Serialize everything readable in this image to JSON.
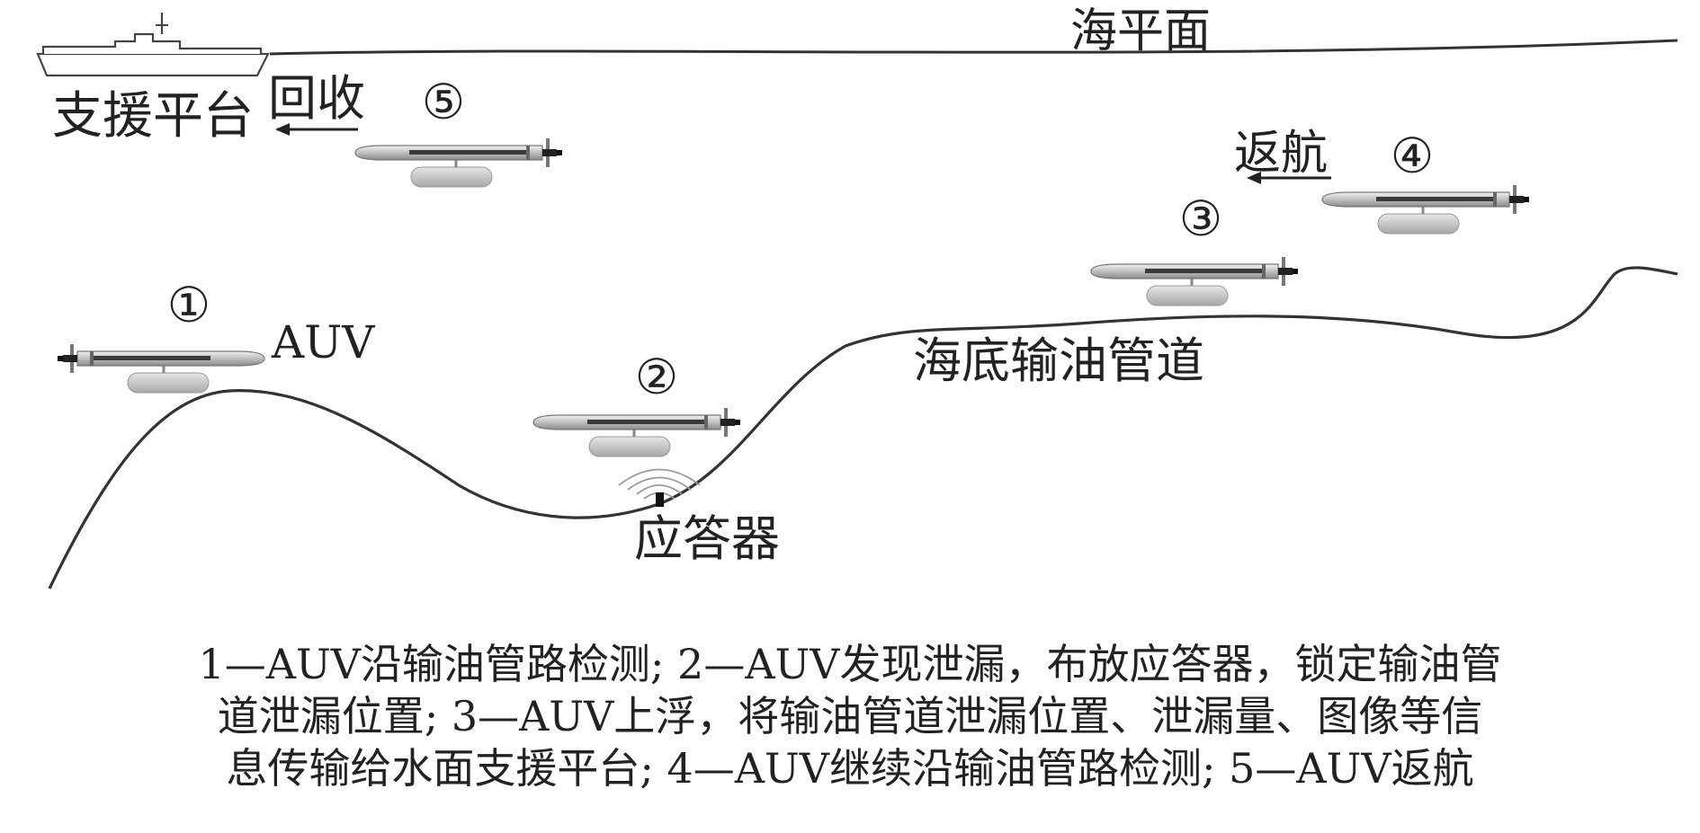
{
  "labels": {
    "sea_level": "海平面",
    "support_platform": "支援平台",
    "recovery": "回收",
    "return": "返航",
    "auv": "AUV",
    "pipeline": "海底输油管道",
    "transponder": "应答器"
  },
  "stage_markers": [
    "①",
    "②",
    "③",
    "④",
    "⑤"
  ],
  "caption": {
    "line1": "1—AUV沿输油管路检测; 2—AUV发现泄漏，布放应答器，锁定输油管",
    "line2": "道泄漏位置; 3—AUV上浮，将输油管道泄漏位置、泄漏量、图像等信",
    "line3": "息传输给水面支援平台; 4—AUV继续沿输油管路检测; 5—AUV返航"
  }
}
